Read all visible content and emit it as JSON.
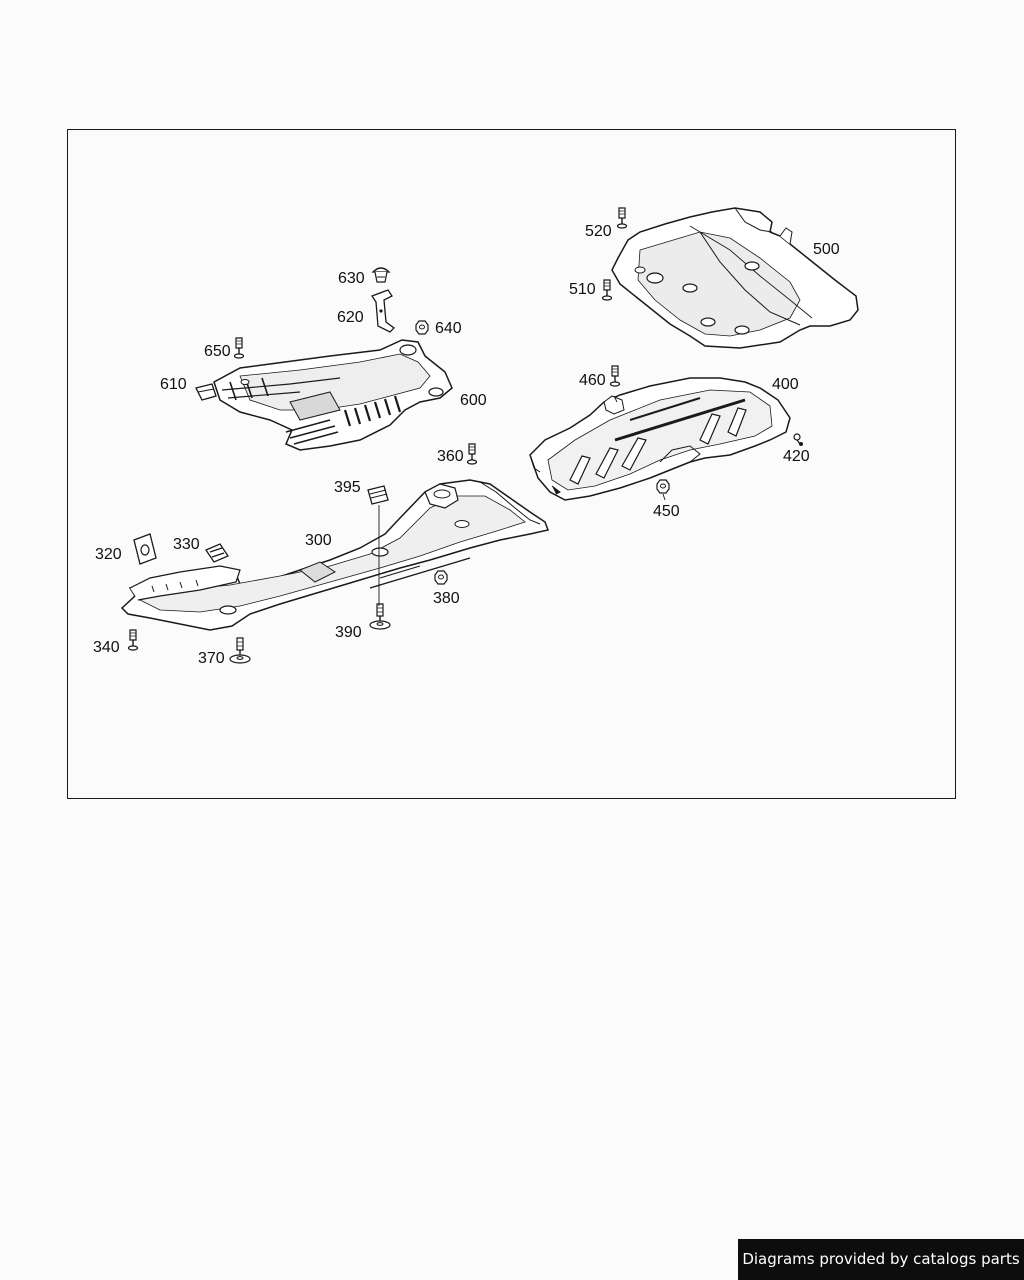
{
  "diagram": {
    "colors": {
      "line": "#1a1a1a",
      "part_fill": "#ffffff",
      "shade": "#e9e9e9",
      "background": "#fbfbfb"
    },
    "callouts": [
      {
        "id": "300",
        "label": "300"
      },
      {
        "id": "320",
        "label": "320"
      },
      {
        "id": "330",
        "label": "330"
      },
      {
        "id": "340",
        "label": "340"
      },
      {
        "id": "360",
        "label": "360"
      },
      {
        "id": "370",
        "label": "370"
      },
      {
        "id": "380",
        "label": "380"
      },
      {
        "id": "390",
        "label": "390"
      },
      {
        "id": "395",
        "label": "395"
      },
      {
        "id": "400",
        "label": "400"
      },
      {
        "id": "420",
        "label": "420"
      },
      {
        "id": "450",
        "label": "450"
      },
      {
        "id": "460",
        "label": "460"
      },
      {
        "id": "500",
        "label": "500"
      },
      {
        "id": "510",
        "label": "510"
      },
      {
        "id": "520",
        "label": "520"
      },
      {
        "id": "600",
        "label": "600"
      },
      {
        "id": "610",
        "label": "610"
      },
      {
        "id": "620",
        "label": "620"
      },
      {
        "id": "630",
        "label": "630"
      },
      {
        "id": "640",
        "label": "640"
      },
      {
        "id": "650",
        "label": "650"
      }
    ]
  },
  "footer": {
    "credit": "Diagrams provided by catalogs parts"
  }
}
